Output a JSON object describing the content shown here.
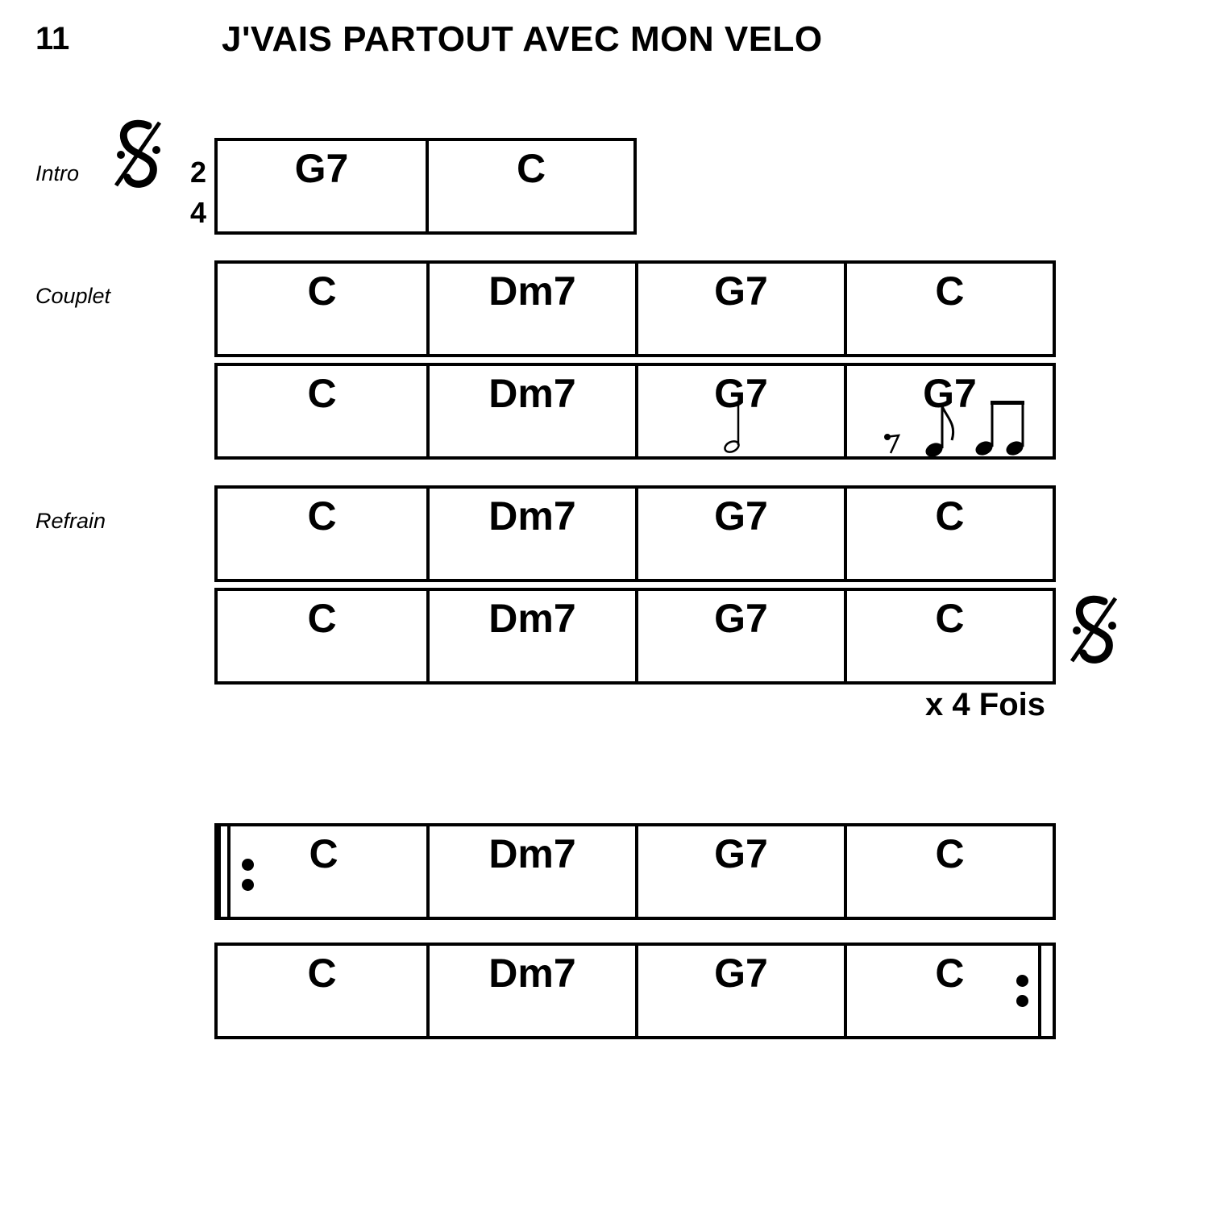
{
  "header": {
    "page_number": "11",
    "title": "J'VAIS PARTOUT AVEC MON VELO"
  },
  "sections": {
    "intro": "Intro",
    "couplet": "Couplet",
    "refrain": "Refrain"
  },
  "time_signature": {
    "top": "2",
    "bottom": "4"
  },
  "rows": {
    "intro": [
      "G7",
      "C"
    ],
    "couplet_1": [
      "C",
      "Dm7",
      "G7",
      "C"
    ],
    "couplet_2": [
      "C",
      "Dm7",
      "G7",
      "G7"
    ],
    "refrain_1": [
      "C",
      "Dm7",
      "G7",
      "C"
    ],
    "refrain_2": [
      "C",
      "Dm7",
      "G7",
      "C"
    ],
    "repeat_1": [
      "C",
      "Dm7",
      "G7",
      "C"
    ],
    "repeat_2": [
      "C",
      "Dm7",
      "G7",
      "C"
    ]
  },
  "repeat_note": "x 4 Fois",
  "icons": {
    "segno": "segno-icon",
    "half_note": "half-note-icon",
    "rest": "eighth-rest-icon",
    "eighth_note": "eighth-note-icon",
    "beamed_notes": "beamed-eighth-notes-icon"
  }
}
